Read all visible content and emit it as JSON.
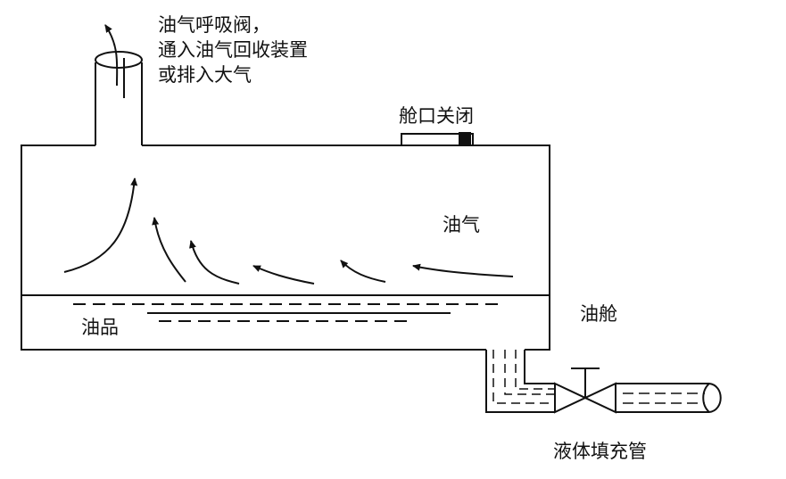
{
  "labels": {
    "breather_valve": [
      "油气呼吸阀，",
      "通入油气回收装置",
      "或排入大气"
    ],
    "hatch": "舱口关闭",
    "vapor": "油气",
    "oil_product": "油品",
    "tank": "油舱",
    "fill_pipe": "液体填充管"
  },
  "colors": {
    "line": "#111111",
    "background": "#ffffff"
  },
  "icons": {
    "valve": "gate-valve-icon",
    "arrows": "vapor-flow-arrow"
  }
}
